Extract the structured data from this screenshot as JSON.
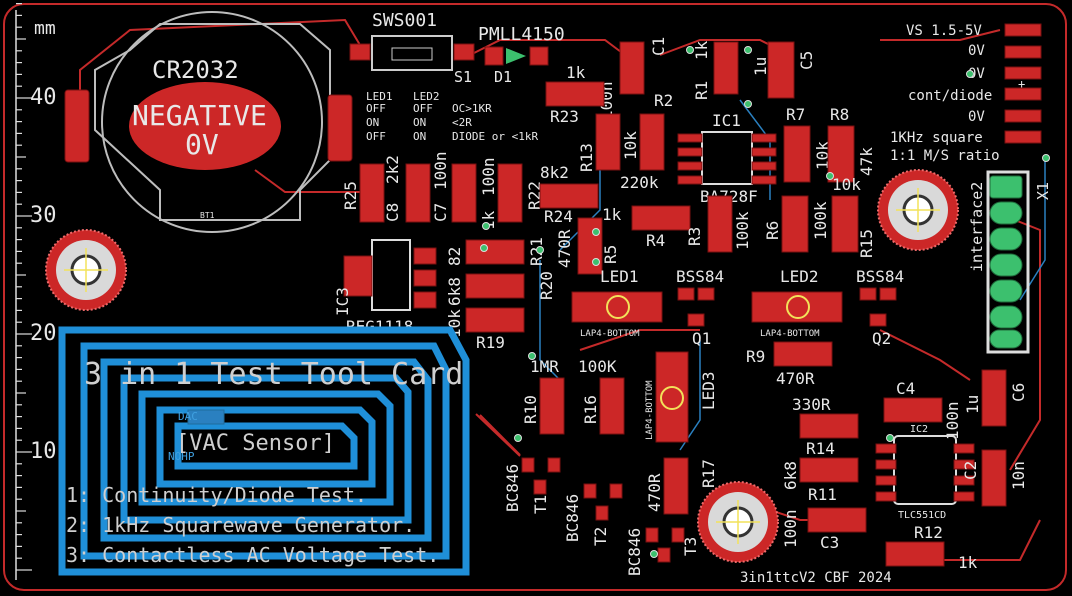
{
  "ruler": {
    "unit": "mm",
    "labels": [
      "40",
      "30",
      "20",
      "10"
    ]
  },
  "battery": {
    "name": "CR2032",
    "polarity": "NEGATIVE",
    "voltage": "0V",
    "ref_small": "BT1"
  },
  "switch": {
    "name": "SWS001",
    "ref": "S1"
  },
  "diode": {
    "name": "PMLL4150",
    "ref": "D1"
  },
  "led_table": {
    "header": [
      "LED1",
      "LED2",
      ""
    ],
    "rows": [
      [
        "OFF",
        "OFF",
        "OC>1KR"
      ],
      [
        "ON",
        "ON",
        "<2R"
      ],
      [
        "OFF",
        "ON",
        "DIODE or <1kR"
      ]
    ]
  },
  "connector": {
    "labels": [
      "VS 1.5-5V",
      "0V",
      "0V",
      "cont/diode",
      "0V",
      "1KHz square",
      "1:1 M/S ratio"
    ],
    "plus": "+",
    "interface": "interface2",
    "ref": "X1"
  },
  "components": {
    "C1": "C1",
    "C1_val": "100n",
    "R1": "R1",
    "R1_val": "1k",
    "R1_extra": "1k",
    "C5": "C5",
    "C5_val": "1u",
    "R2": "R2",
    "R23": "R23",
    "R13": "R13",
    "R13_val": "10k",
    "val_220k": "220k",
    "IC1": "IC1",
    "IC1_part": "BA728F",
    "R7": "R7",
    "R7_val": "10k",
    "R8": "R8",
    "R8_val": "47k",
    "val_10k_b": "10k",
    "R25": "R25",
    "C8": "C8",
    "val_2k2": "2k2",
    "C7": "C7",
    "C7_val": "100n",
    "val_1k_a": "1k",
    "val_100n_b": "100n",
    "R22": "R22",
    "R22_val": "8k2",
    "R24": "R24",
    "val_1k_b": "1k",
    "R5": "R5",
    "R4": "R4",
    "R3": "R3",
    "R3_val": "100k",
    "R6": "R6",
    "R6_val": "100k",
    "R15": "R15",
    "IC3": "IC3",
    "IC3_part": "REG1118",
    "val_82": "82",
    "val_6k8": "6k8",
    "val_10k_c": "10k",
    "R21": "R21",
    "R21_val": "470R",
    "R20": "R20",
    "R19": "R19",
    "LED1": "LED1",
    "LED1_pkg": "LAP4-BOTTOM",
    "Q1_part": "BSS84",
    "Q1": "Q1",
    "LED2": "LED2",
    "LED2_pkg": "LAP4-BOTTOM",
    "Q2_part": "BSS84",
    "Q2": "Q2",
    "R9": "R9",
    "R9_val": "470R",
    "C4": "C4",
    "val_330R": "330R",
    "val_100n_c": "100n",
    "val_1u_b": "1u",
    "C6": "C6",
    "R14": "R14",
    "IC2": "IC2",
    "IC2_part": "TLC551CD",
    "C2": "C2",
    "C2_val": "10n",
    "R11": "R11",
    "val_6k8_b": "6k8",
    "val_100n_d": "100n",
    "C3": "C3",
    "R12": "R12",
    "R12_val": "1k",
    "R10": "R10",
    "R10_val": "1MR",
    "R16": "R16",
    "R16_val": "100K",
    "LED3": "LED3",
    "LED3_pkg": "LAP4-BOTTOM",
    "R17": "R17",
    "R17_val": "470R",
    "T1": "T1",
    "T1_part": "BC846",
    "T2": "T2",
    "T2_part": "BC846",
    "T3": "T3",
    "T3_part": "BC846",
    "credit": "3in1ttcV2 CBF 2024"
  },
  "coil": {
    "blue_labels": [
      "DAC",
      "NOHP"
    ]
  },
  "title": {
    "main": "3 in 1 Test Tool Card",
    "sensor": "[VAC Sensor]",
    "lines": [
      "1: Continuity/Diode Test.",
      "2: 1kHz Squarewave Generator.",
      "3: Contactless AC Voltage Test."
    ]
  },
  "colors": {
    "background": "#000000",
    "copper_top": "#cc2727",
    "copper_bottom": "#1f8fd8",
    "silkscreen": "#e8e8e8",
    "pads_through_hole": "#3cc06e",
    "board_edge": "#c42a2a",
    "outline": "#bdbdbd"
  }
}
